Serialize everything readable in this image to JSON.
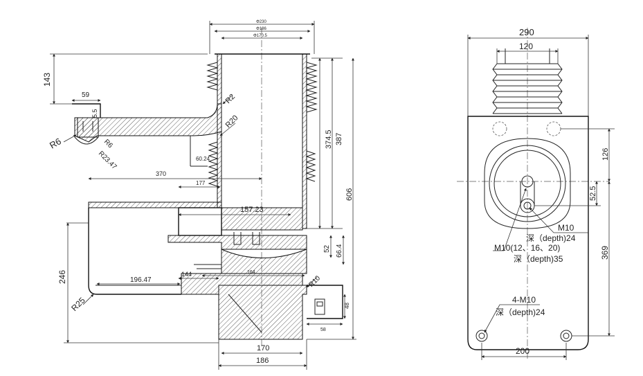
{
  "front_view": {
    "dims": {
      "d230": "Φ230",
      "d186_top": "Φ186",
      "d170_5": "Φ170.5",
      "h143": "143",
      "w59": "59",
      "w5_5": "5.5",
      "r6_a": "R6",
      "r6_b": "R6",
      "r23_47": "R23.47",
      "r2": "R2",
      "r20": "R20",
      "d60_24": "60.24",
      "h374_5": "374.5",
      "h387": "387",
      "h606": "606",
      "w370": "370",
      "w177": "177",
      "w157_23": "157.23",
      "h52": "52",
      "h66_4": "66.4",
      "h246": "246",
      "w196_47": "196.47",
      "w144": "144",
      "w164": "164",
      "r25": "R25",
      "r10": "R10",
      "h48": "48",
      "w58": "58",
      "w170": "170",
      "w186": "186"
    }
  },
  "side_view": {
    "dims": {
      "w290": "290",
      "w120": "120",
      "h126": "126",
      "h52_5": "52.5",
      "h369": "369",
      "w200": "200"
    },
    "callouts": {
      "m10": "M10",
      "m10_depth": "深（depth)24",
      "m10_multi": "M10(12、16、20)",
      "m10_multi_depth": "深（depth)35",
      "m10_4": "4-M10",
      "m10_4_depth": "深（depth)24"
    }
  }
}
